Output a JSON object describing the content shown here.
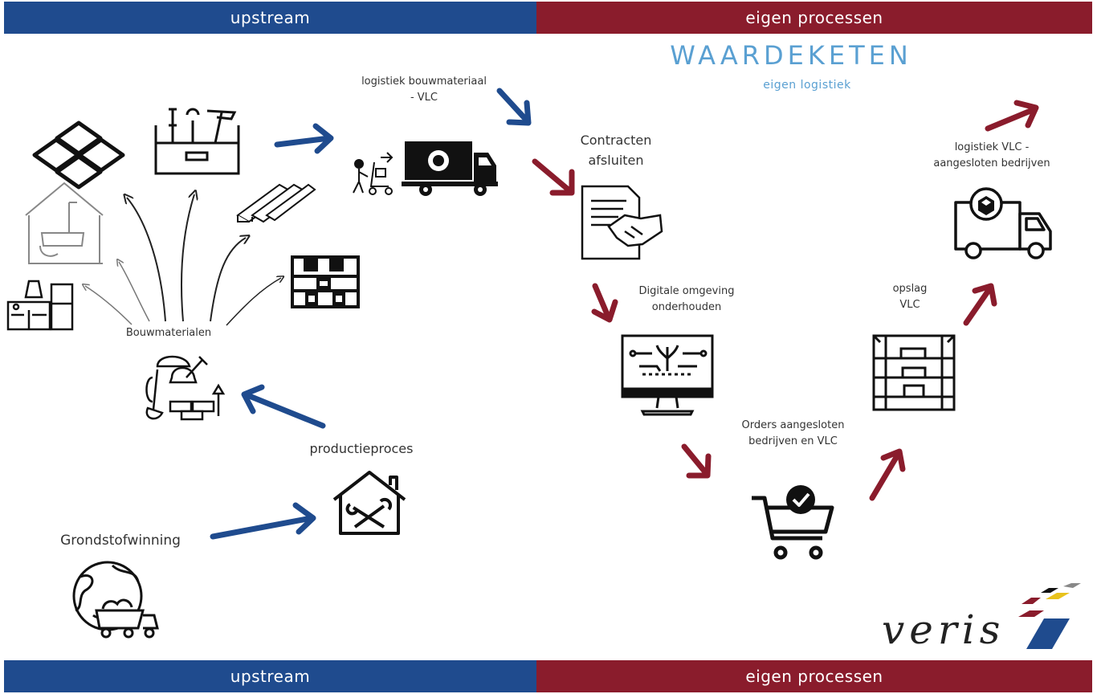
{
  "bands": {
    "top_left": "upstream",
    "top_right": "eigen processen",
    "bottom_left": "upstream",
    "bottom_right": "eigen processen"
  },
  "header": {
    "title": "WAARDEKETEN",
    "subtitle": "eigen logistiek"
  },
  "labels": {
    "logistiek_bouwmateriaal": "logistiek bouwmateriaal - VLC",
    "contracten": "Contracten afsluiten",
    "digitale": "Digitale omgeving onderhouden",
    "orders": "Orders aangesloten bedrijven en VLC",
    "opslag": "opslag VLC",
    "logistiek_vlc": "logistiek VLC - aangesloten bedrijven",
    "bouwmaterialen": "Bouwmaterialen",
    "productieproces": "productieproces",
    "grondstofwinning": "Grondstofwinning"
  },
  "logo": {
    "text": "veris"
  },
  "colors": {
    "upstream_blue": "#1f4b8e",
    "eigen_red": "#8a1c2c",
    "title_blue": "#5aa0d2",
    "icon_black": "#111111"
  },
  "icons": [
    "tiles-icon",
    "toolbox-icon",
    "house-bathroom-icon",
    "kitchen-icon",
    "planks-icon",
    "warehouse-shelf-icon",
    "worker-trolley-icon",
    "truck-icon",
    "contract-handshake-icon",
    "monitor-circuit-icon",
    "cart-check-icon",
    "storage-shelf-icon",
    "delivery-truck-icon",
    "construction-materials-icon",
    "house-tools-icon",
    "globe-mining-icon",
    "veris-logo"
  ]
}
